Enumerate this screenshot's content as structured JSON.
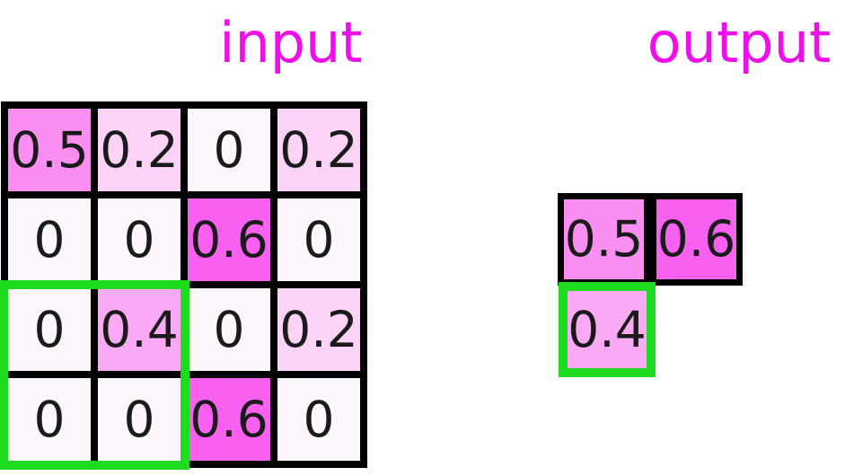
{
  "labels": {
    "input": "input",
    "output": "output"
  },
  "colors": {
    "label_text": "#EE0FEB",
    "grid_border": "#000000",
    "highlight_green": "#1FDB1F",
    "number_text": "#1A1A1A",
    "value_0": "#FDF6FC",
    "value_02": "#FBD3F6",
    "value_04": "#FAA9F4",
    "value_05": "#FA8FF1",
    "value_06": "#F860EF"
  },
  "input_grid": {
    "rows": [
      [
        "0.5",
        "0.2",
        "0",
        "0.2"
      ],
      [
        "0",
        "0",
        "0.6",
        "0"
      ],
      [
        "0",
        "0.4",
        "0",
        "0.2"
      ],
      [
        "0",
        "0",
        "0.6",
        "0"
      ]
    ],
    "fills": [
      [
        "#FA8FF1",
        "#FBD3F6",
        "#FDF6FC",
        "#FBD3F6"
      ],
      [
        "#FDF6FC",
        "#FDF6FC",
        "#F860EF",
        "#FDF6FC"
      ],
      [
        "#FDF6FC",
        "#FAA9F4",
        "#FDF6FC",
        "#FBD3F6"
      ],
      [
        "#FDF6FC",
        "#FDF6FC",
        "#F860EF",
        "#FDF6FC"
      ]
    ]
  },
  "output_grid": {
    "cells": [
      {
        "value": "0.5",
        "fill": "#FA8FF1"
      },
      {
        "value": "0.6",
        "fill": "#F860EF"
      },
      {
        "value": "0.4",
        "fill": "#FAA9F4"
      }
    ]
  }
}
